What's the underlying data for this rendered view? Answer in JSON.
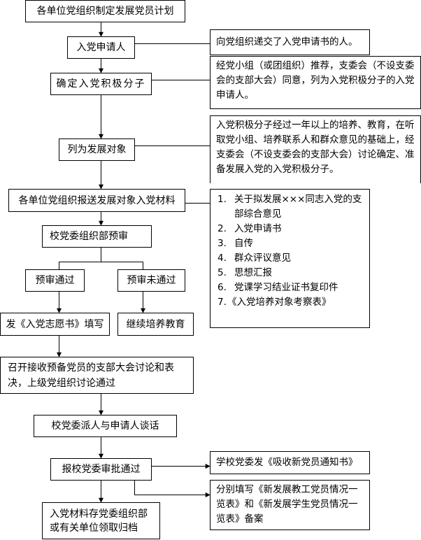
{
  "flowchart": {
    "main_steps": [
      {
        "id": "plan",
        "label": "各单位党组织制定发展党员计划"
      },
      {
        "id": "applicant",
        "label": "入党申请人"
      },
      {
        "id": "activist",
        "label": "确定入党积极分子"
      },
      {
        "id": "candidate",
        "label": "列为发展对象"
      },
      {
        "id": "submit_materials",
        "label": "各单位党组织报送发展对象入党材料"
      },
      {
        "id": "pre_review",
        "label": "校党委组织部预审"
      },
      {
        "id": "pre_review_pass",
        "label": "预审通过"
      },
      {
        "id": "pre_review_fail",
        "label": "预审未通过"
      },
      {
        "id": "fill_volunteer_form",
        "label": "发《入党志愿书》填写"
      },
      {
        "id": "continue_training",
        "label": "继续培养教育"
      },
      {
        "id": "branch_meeting",
        "label": "召开接收预备党员的支部大会讨论和表决，上级党组织讨论通过"
      },
      {
        "id": "interview",
        "label": "校党委派人与申请人谈话"
      },
      {
        "id": "approval",
        "label": "报校党委审批通过"
      },
      {
        "id": "archive",
        "label": "入党材料存党委组织部或有关单位领取归档"
      }
    ],
    "notes": {
      "applicant": "向党组织递交了入党申请书的人。",
      "activist": "经党小组（或团组织）推荐，支委会（不设支委会的支部大会）同意，列为入党积极分子的入党申请人。",
      "candidate": "入党积极分子经过一年以上的培养、教育，在听取党小组、培养联系人和群众意见的基础上，经支委会（不设支委会的支部大会）讨论确定、准备发展入党的入党积极分子。",
      "materials_list": [
        {
          "num": "1.",
          "text": "关于拟发展×××同志入党的支部综合意见"
        },
        {
          "num": "2.",
          "text": "入党申请书"
        },
        {
          "num": "3.",
          "text": "自传"
        },
        {
          "num": "4.",
          "text": "群众评议意见"
        },
        {
          "num": "5.",
          "text": "思想汇报"
        },
        {
          "num": "6.",
          "text": "党课学习结业证书复印件"
        },
        {
          "num": "7.",
          "text": "《入党培养对象考察表》"
        }
      ],
      "approval_notice": "学校党委发《吸收新党员通知书》",
      "approval_records": "分别填写《新发展教工党员情况一览表》和《新发展学生党员情况一览表》备案"
    }
  }
}
